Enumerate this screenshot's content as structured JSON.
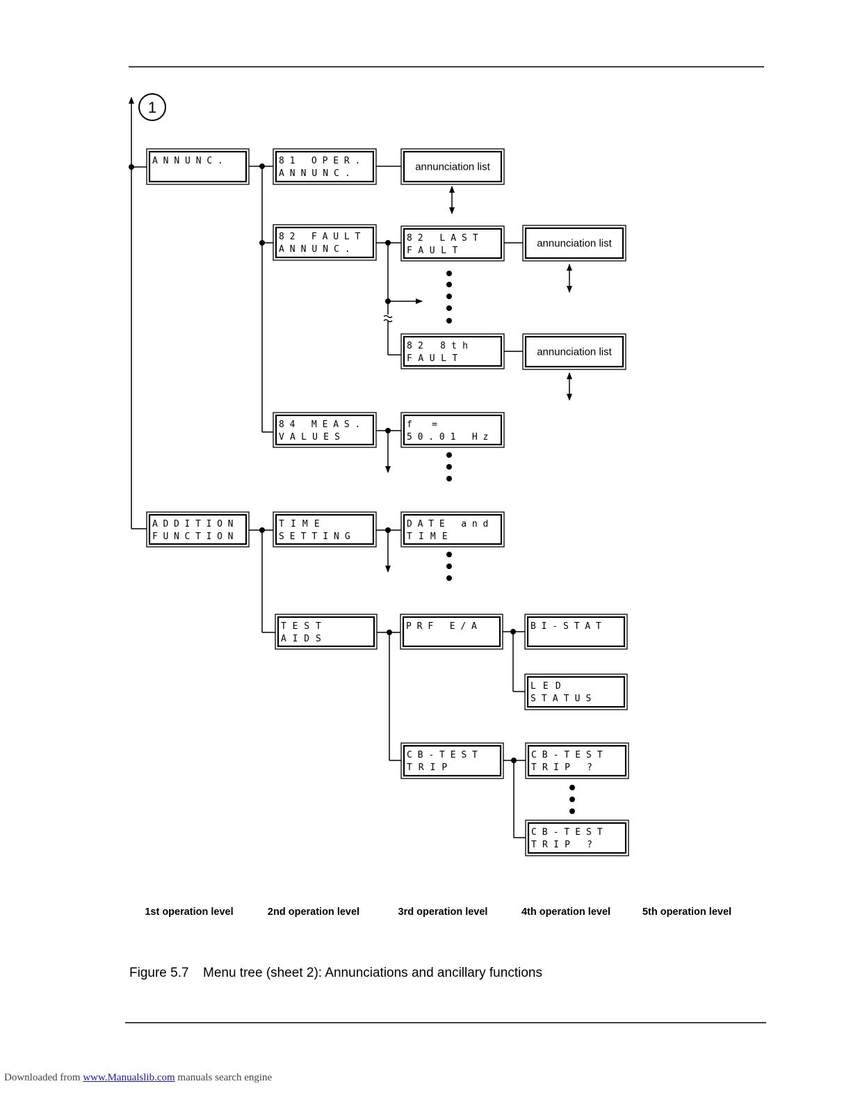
{
  "marker": "1",
  "boxes": {
    "annunc": [
      "ANNUNC.",
      ""
    ],
    "oper_annunc": [
      "81 OPER.",
      "ANNUNC."
    ],
    "fault_annunc": [
      "82 FAULT",
      "ANNUNC."
    ],
    "last_fault": [
      "82 LAST",
      "FAULT"
    ],
    "eighth_fault": [
      "82 8th",
      "FAULT"
    ],
    "meas_values": [
      "84 MEAS.",
      "VALUES"
    ],
    "freq": [
      "f =",
      "50.01 Hz"
    ],
    "addition_function": [
      "ADDITION",
      "FUNCTION"
    ],
    "time_setting": [
      "TIME",
      "SETTING"
    ],
    "date_time": [
      "DATE and",
      "TIME"
    ],
    "test_aids": [
      "TEST",
      "AIDS"
    ],
    "prf": [
      "PRF E/A",
      ""
    ],
    "bi_stat": [
      "BI-STAT",
      ""
    ],
    "led_status": [
      "LED",
      "STATUS"
    ],
    "cb_test_trip": [
      "CB-TEST",
      "TRIP"
    ],
    "cb_test_trip_q1": [
      "CB-TEST",
      "TRIP ?"
    ],
    "cb_test_trip_q2": [
      "CB-TEST",
      "TRIP ?"
    ],
    "annunciation_list_1": "annunciation list",
    "annunciation_list_2": "annunciation list",
    "annunciation_list_3": "annunciation list"
  },
  "levels": [
    "1st operation level",
    "2nd operation level",
    "3rd operation level",
    "4th operation level",
    "5th operation level"
  ],
  "caption": {
    "number": "Figure 5.7",
    "text": "Menu tree (sheet 2): Annunciations and ancillary functions"
  },
  "footer": {
    "prefix": "Downloaded from",
    "link": "www.Manualslib.com",
    "suffix": "manuals search engine"
  }
}
